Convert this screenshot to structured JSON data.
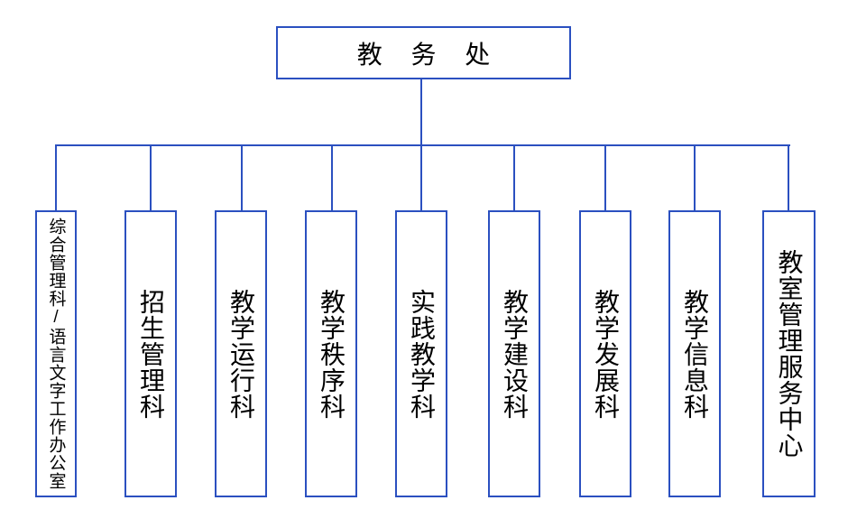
{
  "diagram": {
    "type": "org-chart",
    "root": {
      "label": "教 务 处"
    },
    "departments": [
      {
        "label": "综合管理科/语言文字工作办公室"
      },
      {
        "label": "招生管理科"
      },
      {
        "label": "教学运行科"
      },
      {
        "label": "教学秩序科"
      },
      {
        "label": "实践教学科"
      },
      {
        "label": "教学建设科"
      },
      {
        "label": "教学发展科"
      },
      {
        "label": "教学信息科"
      },
      {
        "label": "教室管理服务中心"
      }
    ],
    "colors": {
      "line": "#2b50c0",
      "text": "#000000",
      "background": "#ffffff"
    }
  }
}
